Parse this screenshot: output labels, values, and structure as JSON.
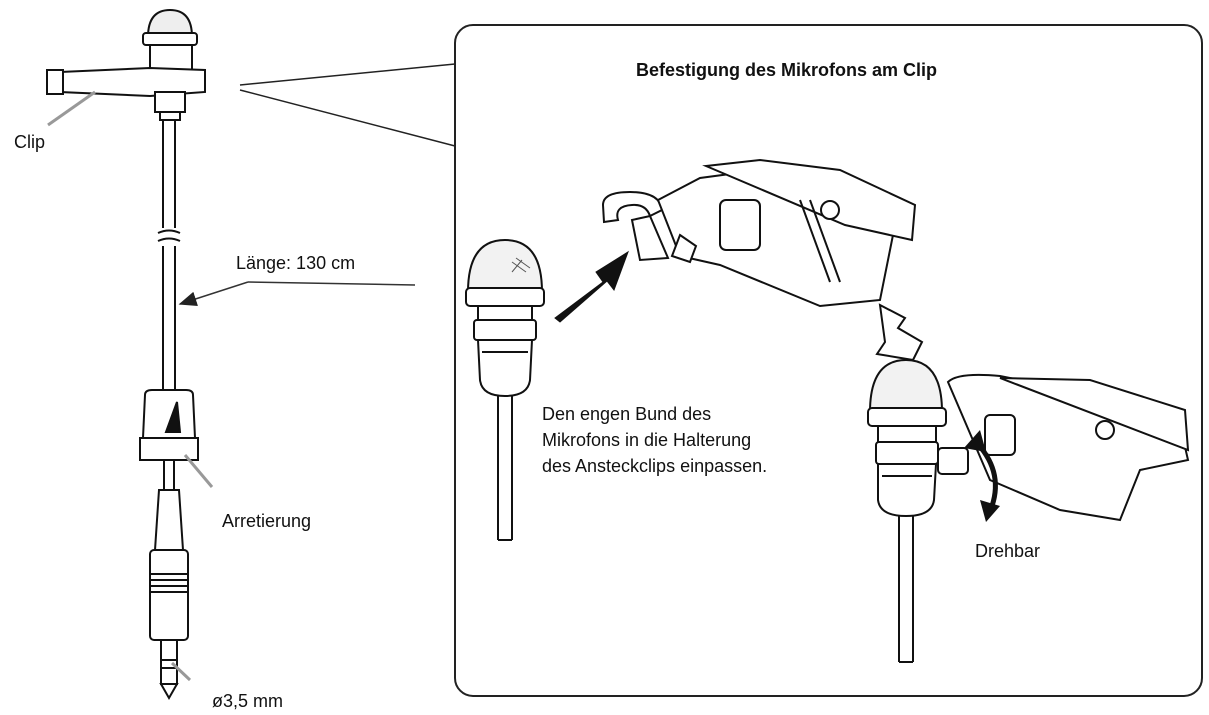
{
  "diagram": {
    "detail_title": "Befestigung des Mikrofons am Clip",
    "labels": {
      "clip": "Clip",
      "length": "Länge: 130 cm",
      "lock": "Arretierung",
      "plug_diameter": "ø3,5 mm",
      "rotatable": "Drehbar"
    },
    "instruction_lines": [
      "Den engen Bund des",
      "Mikrofons in die Halterung",
      "des Ansteckclips einpassen."
    ]
  }
}
